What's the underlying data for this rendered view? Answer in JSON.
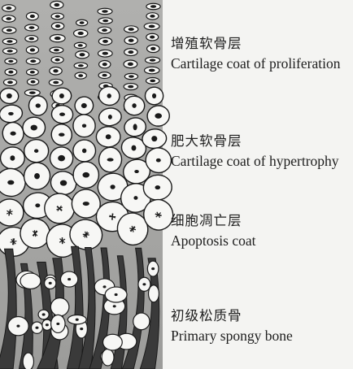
{
  "layers": [
    {
      "id": "proliferation",
      "zh": "增殖软骨层",
      "en": "Cartilage coat of proliferation"
    },
    {
      "id": "hypertrophy",
      "zh": "肥大软骨层",
      "en": "Cartilage coat of hypertrophy"
    },
    {
      "id": "apoptosis",
      "zh": "细胞凋亡层",
      "en": "Apoptosis coat"
    },
    {
      "id": "spongy-bone",
      "zh": "初级松质骨",
      "en": "Primary spongy bone"
    }
  ],
  "colors": {
    "background": "#f4f4f2",
    "matrix": "#a9a9a7",
    "cell_fill": "#f7f7f5",
    "outline": "#1a1a1a",
    "nucleus": "#1a1a1a",
    "bone": "#3a3a3a"
  }
}
